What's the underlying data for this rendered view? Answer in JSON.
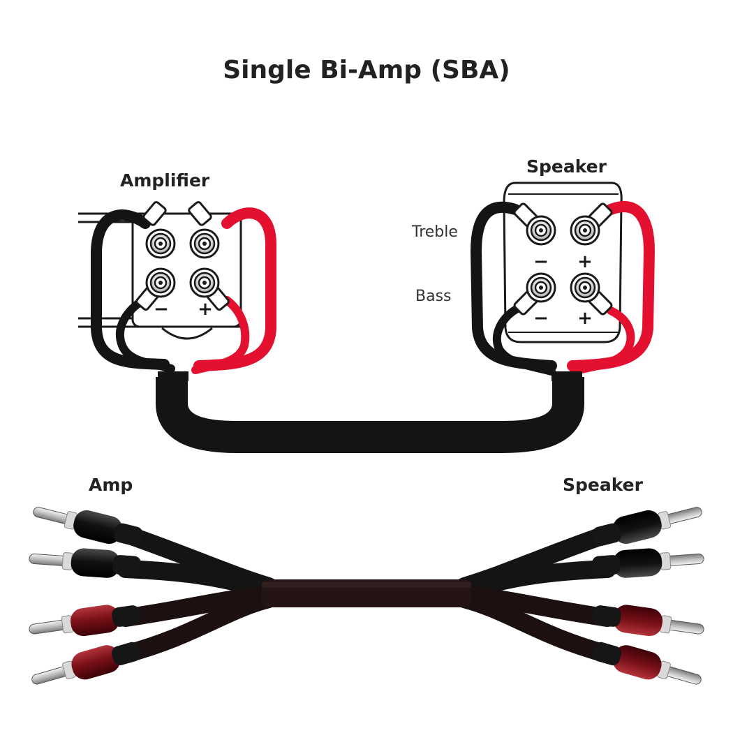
{
  "title": "Single Bi-Amp (SBA)",
  "diagram": {
    "amplifier_label": "Amplifier",
    "speaker_label": "Speaker",
    "treble_label": "Treble",
    "bass_label": "Bass",
    "minus_sign": "−",
    "plus_sign": "+"
  },
  "cable": {
    "amp_label": "Amp",
    "speaker_label": "Speaker"
  },
  "colors": {
    "positive": "#e3102f",
    "negative": "#141414",
    "jacket": "#1c1212",
    "text": "#222222"
  }
}
